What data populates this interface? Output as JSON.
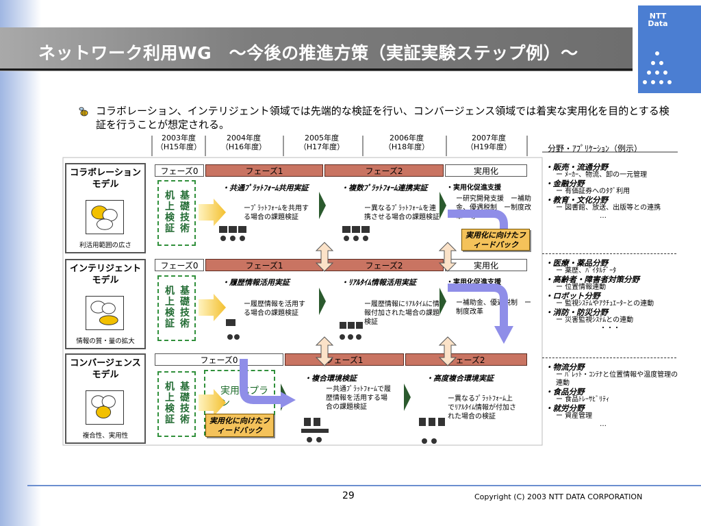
{
  "header": {
    "title": "ネットワーク利用WG　～今後の推進方策（実証実験ステップ例）～",
    "logo_text_line1": "NTT",
    "logo_text_line2": "Data"
  },
  "intro": "コラボレーション、インテリジェント領域では先端的な検証を行い、コンバージェンス領域では着実な実用化を目的とする検証を行うことが想定される。",
  "years": [
    {
      "line1": "2003年度",
      "line2": "（H15年度）"
    },
    {
      "line1": "2004年度",
      "line2": "（H16年度）"
    },
    {
      "line1": "2005年度",
      "line2": "（H17年度）"
    },
    {
      "line1": "2006年度",
      "line2": "（H18年度）"
    },
    {
      "line1": "2007年度",
      "line2": "（H19年度）"
    }
  ],
  "models": [
    {
      "title_l1": "コラボレーション",
      "title_l2": "モデル",
      "caption": "利活用範囲の広さ"
    },
    {
      "title_l1": "インテリジェント",
      "title_l2": "モデル",
      "caption": "情報の質・量の拡大"
    },
    {
      "title_l1": "コンバージェンス",
      "title_l2": "モデル",
      "caption": "複合性、実用性"
    }
  ],
  "tech_labels": {
    "col1": "机上検証",
    "col2": "基礎技術"
  },
  "phases": {
    "phase0": "フェーズ0",
    "phase1": "フェーズ1",
    "phase2": "フェーズ2",
    "practical": "実用化"
  },
  "row1": {
    "p1_title": "・共通ﾌﾟﾗｯﾄﾌｫｰﾑ共用実証",
    "p1_body": "ーﾌﾟﾗｯﾄﾌｫｰﾑを共用する場合の課題検証",
    "p2_title": "・複数ﾌﾟﾗｯﾄﾌｫｰﾑ連携実証",
    "p2_body": "ー異なるﾌﾟﾗｯﾄﾌｫｰﾑを連携させる場合の課題検証",
    "p3_title": "・実用化促進支援",
    "p3_body": "ー研究開発支援　ー補助金、優遇税制　ー制度改革　等"
  },
  "row2": {
    "p1_title": "・履歴情報活用実証",
    "p1_body": "ー履歴情報を活用する場合の課題検証",
    "p2_title": "・ﾘｱﾙﾀｲﾑ情報活用実証",
    "p2_body": "ー履歴情報にﾘｱﾙﾀｲﾑに情報付加された場合の課題検証",
    "p3_title": "・実用化促進支援",
    "p3_body": "ー補助金、優遇税制　ー制度改革"
  },
  "row3": {
    "p0_text": "実用化プラン",
    "p1_title": "・複合環境検証",
    "p1_body": "ー共通ﾌﾟﾗｯﾄﾌｫｰﾑで履歴情報を活用する場合の課題検証",
    "p2_title": "・高度複合環境実証",
    "p2_body": "ー異なるﾌﾟﾗｯﾄﾌｫｰﾑ上でﾘｱﾙﾀｲﾑ情報が付加された場合の検証"
  },
  "feedback": "実用化に向けたフィードバック",
  "right_panel": {
    "title": "分野・ｱﾌﾟﾘｹｰｼｮﾝ（例示）",
    "group1": [
      {
        "h": "・販売・流通分野",
        "s": "ー ﾒｰｶｰ、物流、卸の一元管理"
      },
      {
        "h": "・金融分野",
        "s": "ー 有価証券へのﾀｸﾞ利用"
      },
      {
        "h": "・教育・文化分野",
        "s": "ー 図書館、放送、出版等との連携"
      }
    ],
    "group2": [
      {
        "h": "・医療・薬品分野",
        "s": "ー 薬歴、ﾊﾞｲﾀﾙﾃﾞｰﾀ"
      },
      {
        "h": "・高齢者・障害者対策分野",
        "s": "ー 位置情報連動"
      },
      {
        "h": "・ロボット分野",
        "s": "ー 監視ｼｽﾃﾑやｱｸﾁｭｴｰﾀｰとの連動"
      },
      {
        "h": "・消防・防災分野",
        "s": "ー 災害監視ｼｽﾃﾑとの連動"
      }
    ],
    "group3": [
      {
        "h": "・物流分野",
        "s": "ー ﾊﾟﾚｯﾄ・ｺﾝﾃﾅと位置情報や温度管理の連動"
      },
      {
        "h": "・食品分野",
        "s": "ー 食品ﾄﾚｰｻﾋﾞﾘﾃｨ"
      },
      {
        "h": "・就労分野",
        "s": "ー 資産管理"
      }
    ],
    "ellipsis": "…",
    "ellipsis_dots": "・・・"
  },
  "footer": {
    "page_number": "29",
    "copyright": "Copyright (C) 2003 NTT DATA CORPORATION"
  },
  "colors": {
    "phase_fill": "#c97462",
    "accent_blue": "#4b7ed2",
    "feedback_fill": "#f4c25a",
    "arrow_purple": "#8f8ee8",
    "green_text": "#226b33"
  }
}
